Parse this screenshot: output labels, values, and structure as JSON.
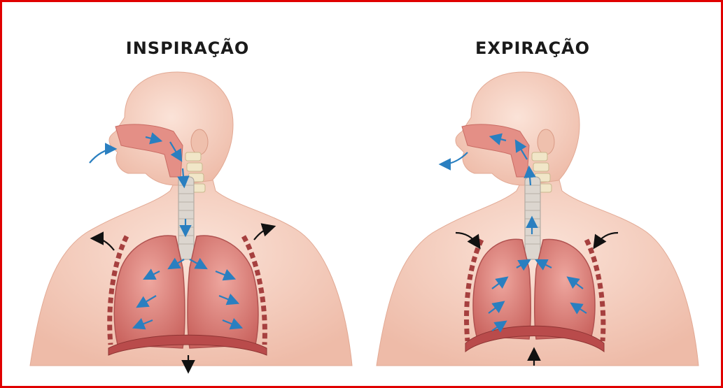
{
  "figure": {
    "left_panel": {
      "title": "INSPIRAÇÃO",
      "diaphragm_arrow": "down-arrow",
      "rib_arrows": "outward",
      "airflow": "in"
    },
    "right_panel": {
      "title": "EXPIRAÇÃO",
      "diaphragm_arrow": "up-arrow",
      "rib_arrows": "inward",
      "airflow": "out"
    }
  },
  "colors": {
    "frame_border": "#e00000",
    "skin": "#f6d2c3",
    "skin_shadow": "#e9b7a5",
    "lung": "#d8857e",
    "lung_dark": "#c0605d",
    "diaphragm": "#b74a4a",
    "ribs": "#a6403f",
    "trachea": "#d9d4cc",
    "air_arrow": "#2a7fc0",
    "motion_arrow": "#111111"
  }
}
